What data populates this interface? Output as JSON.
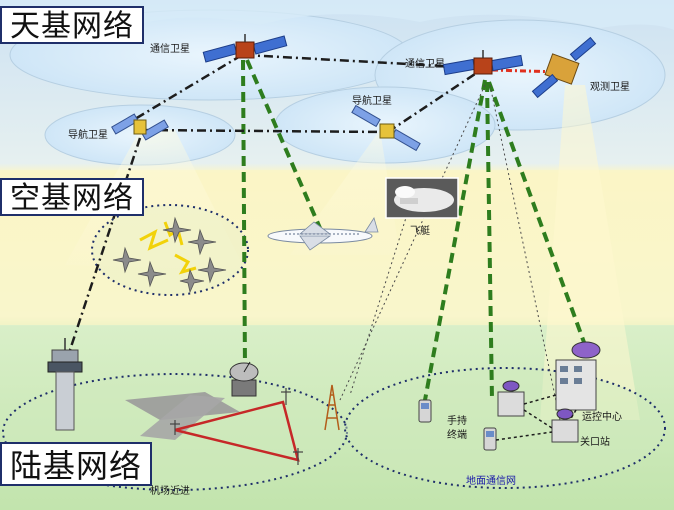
{
  "layers": {
    "space": "天基网络",
    "air": "空基网络",
    "ground": "陆基网络"
  },
  "labels": {
    "comm_sat_left": "通信卫星",
    "comm_sat_right": "通信卫星",
    "obs_sat": "观测卫星",
    "nav_sat_left": "导航卫星",
    "nav_sat_mid": "导航卫星",
    "airship": "飞艇",
    "handheld_line1": "手持",
    "handheld_line2": "终端",
    "control_center": "运控中心",
    "gateway": "关口站",
    "ground_net": "地面通信网",
    "airport": "机场近进"
  },
  "colors": {
    "sky_top": "#cfe3f4",
    "sky_mid": "#eef4e6",
    "ground": "#c6e6b3",
    "cloud": "#d8ecfa",
    "beam_green": "#2e7d1e",
    "link_dark": "#1d1d1d",
    "link_red": "#e0301e",
    "title_border": "#1f2f6a",
    "label_blue": "#1a1aa8"
  }
}
